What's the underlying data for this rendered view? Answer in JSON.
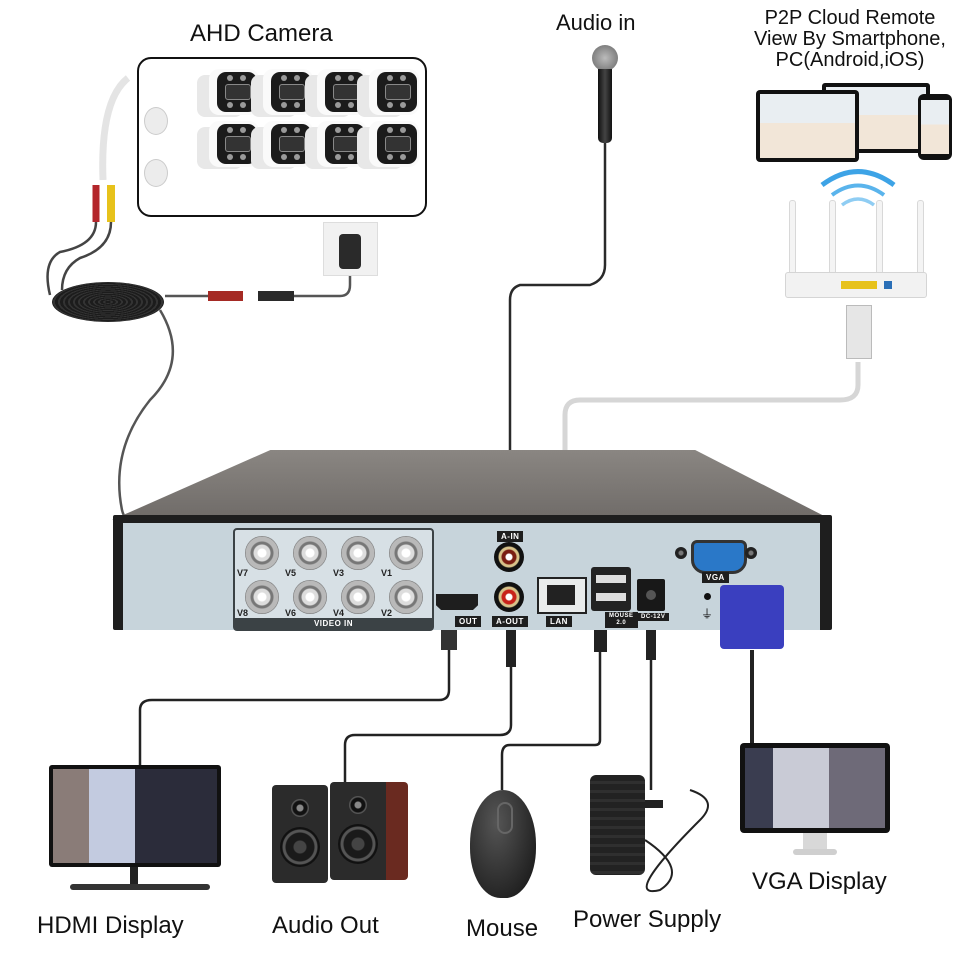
{
  "diagram": {
    "type": "connection-diagram",
    "subject": "8-Channel AHD DVR connection diagram"
  },
  "labels": {
    "ahd_camera": "AHD Camera",
    "audio_in": "Audio in",
    "p2p_line1": "P2P Cloud Remote",
    "p2p_line2": "View By Smartphone,",
    "p2p_line3": "PC(Android,iOS)",
    "hdmi_display": "HDMI Display",
    "audio_out": "Audio Out",
    "mouse": "Mouse",
    "power_supply": "Power Supply",
    "vga_display": "VGA Display"
  },
  "dvr_panel": {
    "video_in_label": "VIDEO IN",
    "bnc_labels_top": [
      "V7",
      "V5",
      "V3",
      "V1"
    ],
    "bnc_labels_bottom": [
      "V8",
      "V6",
      "V4",
      "V2"
    ],
    "audio_in_tag": "A-IN",
    "audio_out_tag": "A-OUT",
    "hdmi_tag": "OUT",
    "lan_tag": "LAN",
    "usb_tag_line1": "MOUSE",
    "usb_tag_line2": "2.0",
    "dc_tag": "DC-12V",
    "vga_tag": "VGA",
    "ground_symbol": "⏚"
  },
  "devices": {
    "camera_count": 8,
    "router_antennas": 4,
    "remote_devices": [
      "tablet",
      "laptop",
      "smartphone"
    ]
  },
  "colors": {
    "panel": "#c7d4db",
    "chassis": "#1e1e1e",
    "vga_plug": "#3a3fbf",
    "vga_port": "#2a78c8",
    "bnc_yellow": "#e7c21b",
    "power_red": "#b3262b",
    "wifi_blue": "#3da3e6"
  }
}
